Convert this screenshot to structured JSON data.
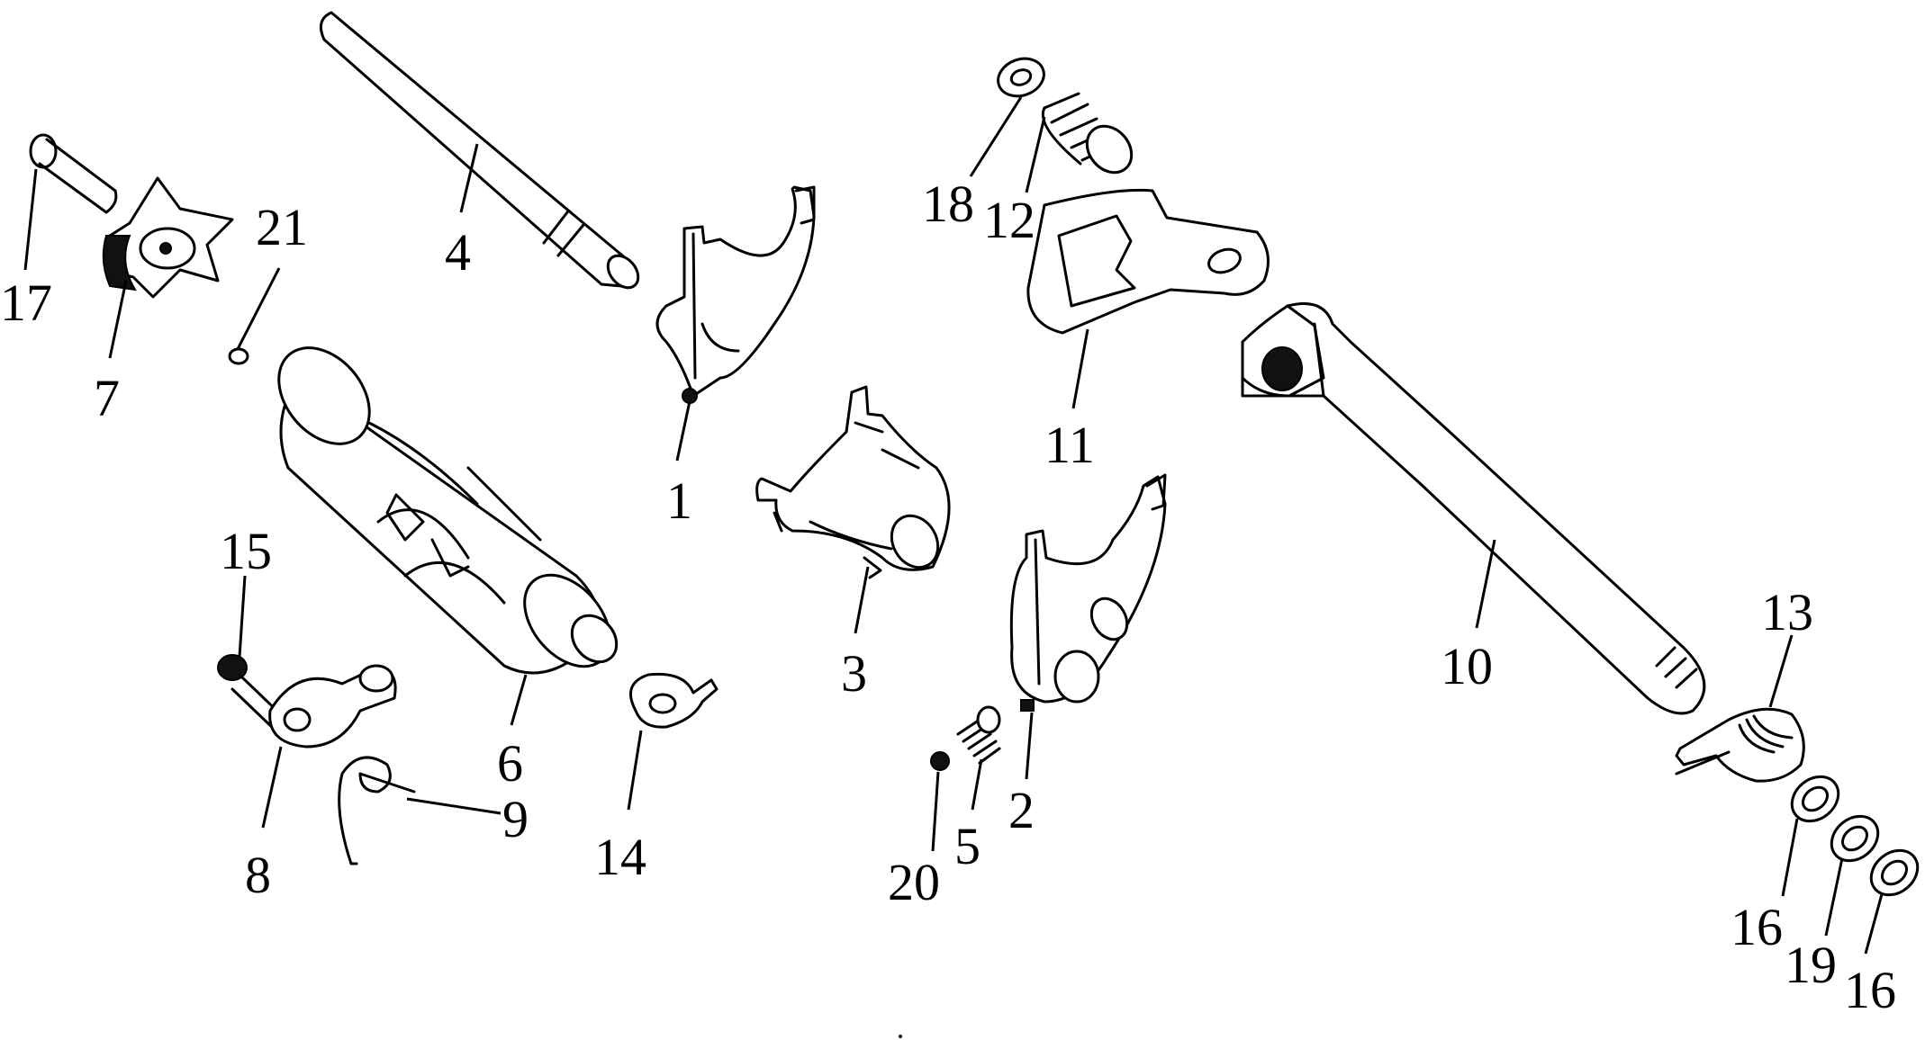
{
  "callouts": [
    {
      "id": "1",
      "text": "1"
    },
    {
      "id": "2",
      "text": "2"
    },
    {
      "id": "3",
      "text": "3"
    },
    {
      "id": "4",
      "text": "4"
    },
    {
      "id": "5",
      "text": "5"
    },
    {
      "id": "6",
      "text": "6"
    },
    {
      "id": "7",
      "text": "7"
    },
    {
      "id": "8",
      "text": "8"
    },
    {
      "id": "9",
      "text": "9"
    },
    {
      "id": "10",
      "text": "10"
    },
    {
      "id": "11",
      "text": "11"
    },
    {
      "id": "12",
      "text": "12"
    },
    {
      "id": "13",
      "text": "13"
    },
    {
      "id": "14",
      "text": "14"
    },
    {
      "id": "15",
      "text": "15"
    },
    {
      "id": "16a",
      "text": "16"
    },
    {
      "id": "16b",
      "text": "16"
    },
    {
      "id": "17",
      "text": "17"
    },
    {
      "id": "18",
      "text": "18"
    },
    {
      "id": "19",
      "text": "19"
    },
    {
      "id": "20",
      "text": "20"
    },
    {
      "id": "21",
      "text": "21"
    }
  ]
}
